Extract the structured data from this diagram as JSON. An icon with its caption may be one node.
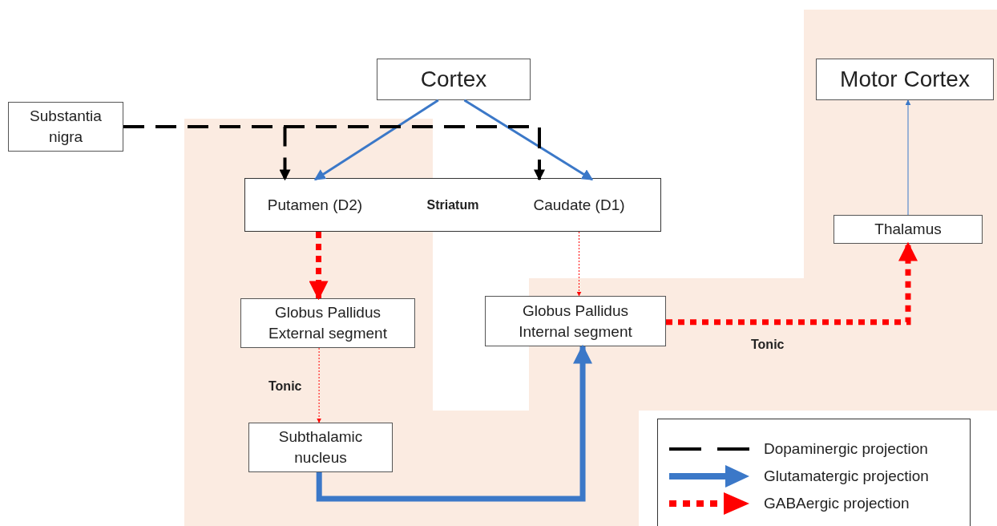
{
  "diagram": {
    "nodes": [
      {
        "text": [
          "Cortex"
        ]
      },
      {
        "text": [
          "Substantia nigra"
        ]
      },
      {
        "text": [
          "Striatum"
        ]
      },
      {
        "text": [
          "Putamen (D2)"
        ],
        "in": 2
      },
      {
        "text": [
          "Caudate (D1)"
        ],
        "in": 2
      },
      {
        "text": [
          "Globus Pallidus External segment"
        ]
      },
      {
        "text": [
          "Globus Pallidus Internal segment"
        ]
      },
      {
        "text": [
          "Subthalamic nucleus"
        ]
      },
      {
        "text": [
          "Thalamus"
        ]
      },
      {
        "text": [
          "Motor Cortex"
        ]
      }
    ],
    "edges": [
      {
        "from": 0,
        "to": 3,
        "arrow": "to"
      },
      {
        "from": 0,
        "to": 4,
        "arrow": "to"
      },
      {
        "from": 1,
        "to": 3,
        "arrow": "to",
        "style": "dashed",
        "color": "#000000"
      },
      {
        "from": 1,
        "to": 4,
        "arrow": "to",
        "style": "dashed",
        "color": "#000000"
      },
      {
        "from": 3,
        "to": 5,
        "arrow": "to",
        "style": "dashed",
        "color": "#ff0000"
      },
      {
        "from": 4,
        "to": 6,
        "arrow": "to",
        "style": "dashed",
        "color": "#ff0000"
      },
      {
        "from": 5,
        "to": 7,
        "arrow": "to",
        "style": "dashed",
        "color": "#ff0000",
        "label": "Tonic"
      },
      {
        "from": 7,
        "to": 6,
        "arrow": "to",
        "style": "thick"
      },
      {
        "from": 6,
        "to": 8,
        "arrow": "to",
        "style": "dashed",
        "color": "#ff0000",
        "label": "Tonic"
      },
      {
        "from": 8,
        "to": 9,
        "arrow": "to"
      }
    ],
    "legend": [
      {
        "text": "Dopaminergic projection"
      },
      {
        "text": "Glutamatergic projection"
      },
      {
        "text": "GABAergic projection"
      }
    ]
  }
}
